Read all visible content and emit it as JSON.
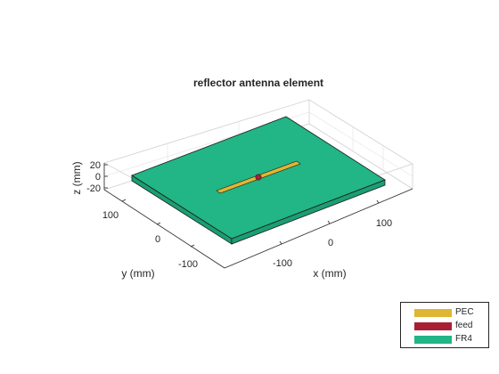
{
  "figure": {
    "title": "reflector antenna element",
    "x_label": "x (mm)",
    "y_label": "y (mm)",
    "z_label": "z (mm)",
    "x_ticks": [
      "-100",
      "0",
      "100"
    ],
    "y_ticks": [
      "100",
      "0",
      "-100"
    ],
    "z_ticks": [
      "20",
      "0",
      "-20"
    ]
  },
  "legend": {
    "items": [
      {
        "label": "PEC",
        "color": "#dfb634"
      },
      {
        "label": "feed",
        "color": "#a81f33"
      },
      {
        "label": "FR4",
        "color": "#22b585"
      }
    ]
  },
  "colors": {
    "pec": "#dfb634",
    "feed": "#a81f33",
    "fr4_top": "#22b585",
    "fr4_side": "#1a9e72",
    "edge": "#1c1c1c"
  }
}
